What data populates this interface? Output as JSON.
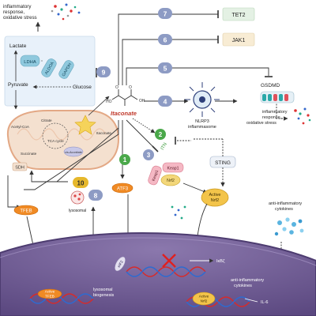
{
  "top_left": {
    "line1": "inflammatory",
    "line2": "response,",
    "line3": "oxidative stress"
  },
  "glycolysis": {
    "lactate": "Lactate",
    "pyruvate": "Pyruvate",
    "glucose": "Glucose",
    "ldha": "LDHA",
    "aldoa": "ALDOA",
    "gapdh": "GAPDH"
  },
  "mito": {
    "acetyl_coa": "Acetyl-CoA",
    "citrate": "Citrate",
    "itaconate": "Itaconate",
    "succinate": "Succinate",
    "tca": "TCA cycle",
    "sdh": "SDH",
    "cis_aconitate": "cis-Aconitate"
  },
  "center": {
    "itaconate": "Itaconate",
    "ho": "HO",
    "oh": "OH",
    "o": "O"
  },
  "numbers": [
    "1",
    "2",
    "3",
    "4",
    "5",
    "6",
    "7",
    "8",
    "9",
    "10"
  ],
  "targets": {
    "tet2": "TET2",
    "jak1": "JAK1",
    "nlrp3_l1": "NLRP3",
    "nlrp3_l2": "inflammasome",
    "gsdmd": "GSDMD",
    "right_l1": "inflammatory",
    "right_l2": "response,",
    "right_l3": "oxidative stress"
  },
  "pathway": {
    "sting": "STING",
    "keap1_a": "Keap1",
    "keap1_b": "Keap1",
    "nrf2": "Nrf2",
    "active_nrf2_l1": "Active",
    "active_nrf2_l2": "Nrf2",
    "atf3": "ATF3",
    "itn": "ITN",
    "tfeb": "TFEB",
    "lysosomal": "lysosomal"
  },
  "nucleus": {
    "active_tfeb_l1": "Active",
    "active_tfeb_l2": "TFEB",
    "lyso_l1": "lysosomal",
    "lyso_l2": "biogenesis",
    "ikbz": "IκBζ",
    "eif2": "eIF2",
    "active_nrf2_l1": "Active",
    "active_nrf2_l2": "Nrf2",
    "anti_l1": "anti-inflammatory",
    "anti_l2": "cytokines",
    "il6": "IL-6"
  },
  "anti_cyto": {
    "l1": "anti-inflammatory",
    "l2": "cytokines"
  },
  "colors": {
    "badge": "#8d9bc4",
    "badge_green": "#4aa84a",
    "badge_orange": "#e08a2a",
    "badge_gold": "#e6b82c",
    "orange_arrow": "#f08a24",
    "mito_fill": "#f4e0cf",
    "mito_stroke": "#e3a885",
    "nucleus": "#6d5a92",
    "glyco_box": "#e8f1fa",
    "enzyme": "#8fc9de",
    "tet2_box": "#e4f1e4",
    "jak1_box": "#f8ecd4",
    "dna_red": "#d62b2b",
    "dna_blue": "#2d6bd1"
  }
}
